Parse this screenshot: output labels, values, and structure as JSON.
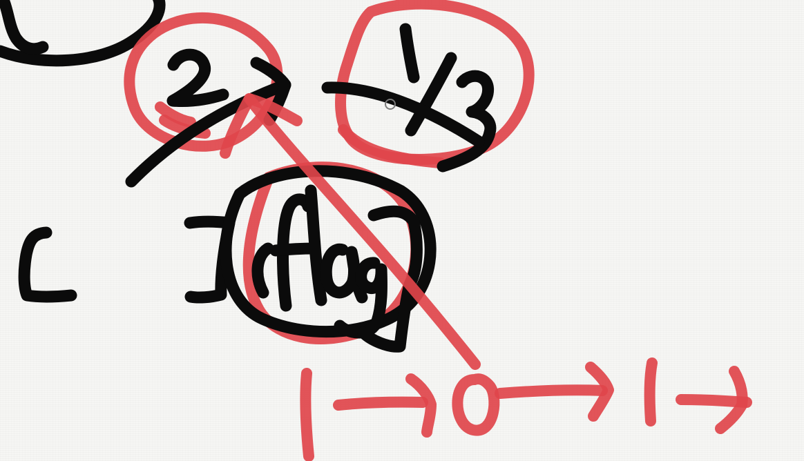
{
  "canvas": {
    "background_color": "#f6f6f4",
    "ink_colors": {
      "red": "#e0454b",
      "black": "#0b0b0b"
    }
  },
  "handwriting": {
    "number_two": "2",
    "fraction_one_third": "1/3",
    "flag_word": "flag",
    "left_bracket": "[",
    "right_bracket": "]",
    "bottom_sequence": [
      "1",
      "0",
      "1"
    ]
  },
  "tool": {
    "cursor_icon": "circle-cursor-icon"
  }
}
